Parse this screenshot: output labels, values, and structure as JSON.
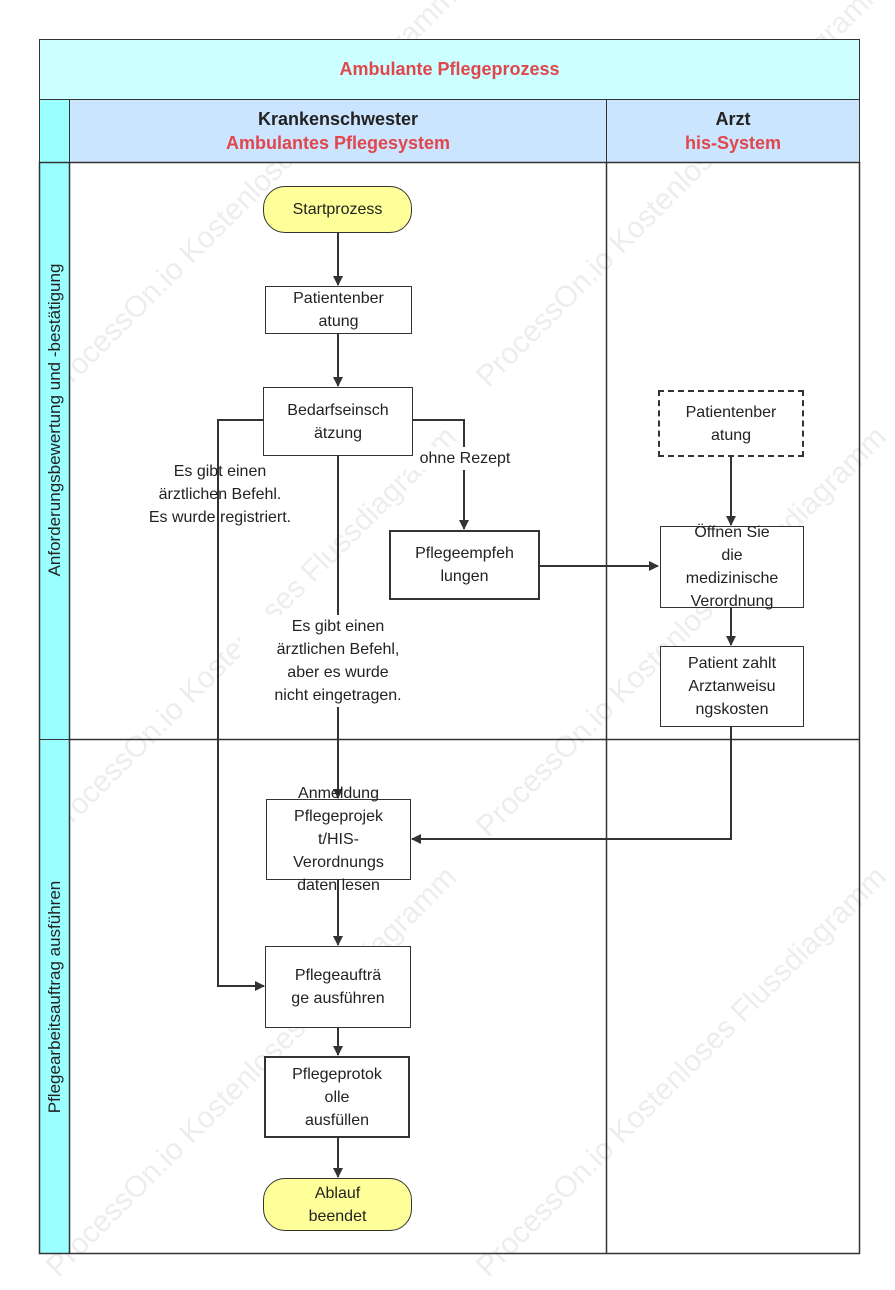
{
  "title": "Ambulante Pflegeprozess",
  "lanes": [
    {
      "role": "Krankenschwester",
      "system": "Ambulantes Pflegesystem"
    },
    {
      "role": "Arzt",
      "system": "his-System"
    }
  ],
  "phases": [
    "Anforderungsbewertung und -bestätigung",
    "Pflegearbeitsauftrag ausführen"
  ],
  "nodes": {
    "start": "Startprozess",
    "consult1": "Patientenber\natung",
    "assess": "Bedarfseinsch\nätzung",
    "recommend": "Pflegeempfeh\nlungen",
    "consult2": "Patientenber\natung",
    "open_order": "Öffnen Sie\ndie\nmedizinische\nVerordnung",
    "pay": "Patient zahlt\nArztanweisu\nngskosten",
    "login": "Anmeldung\nPflegeprojek\nt/HIS-\nVerordnungs\ndaten lesen",
    "execute": "Pflegeaufträ\nge ausführen",
    "protocol": "Pflegeprotok\nolle\nausfüllen",
    "end": "Ablauf\nbeendet"
  },
  "edge_labels": {
    "registered": "Es gibt einen\närztlichen Befehl.\nEs wurde registriert.",
    "no_prescription": "ohne Rezept",
    "not_entered": "Es gibt einen\närztlichen Befehl,\naber es wurde\nnicht eingetragen."
  },
  "watermark": "ProcessOn.io Kostenloses Flussdiagramm",
  "colors": {
    "title_bg": "#ccffff",
    "lane_header_bg": "#cce5ff",
    "phase_header_bg": "#99ffff",
    "accent_red": "#e0474c",
    "terminal_fill": "#ffff99"
  }
}
